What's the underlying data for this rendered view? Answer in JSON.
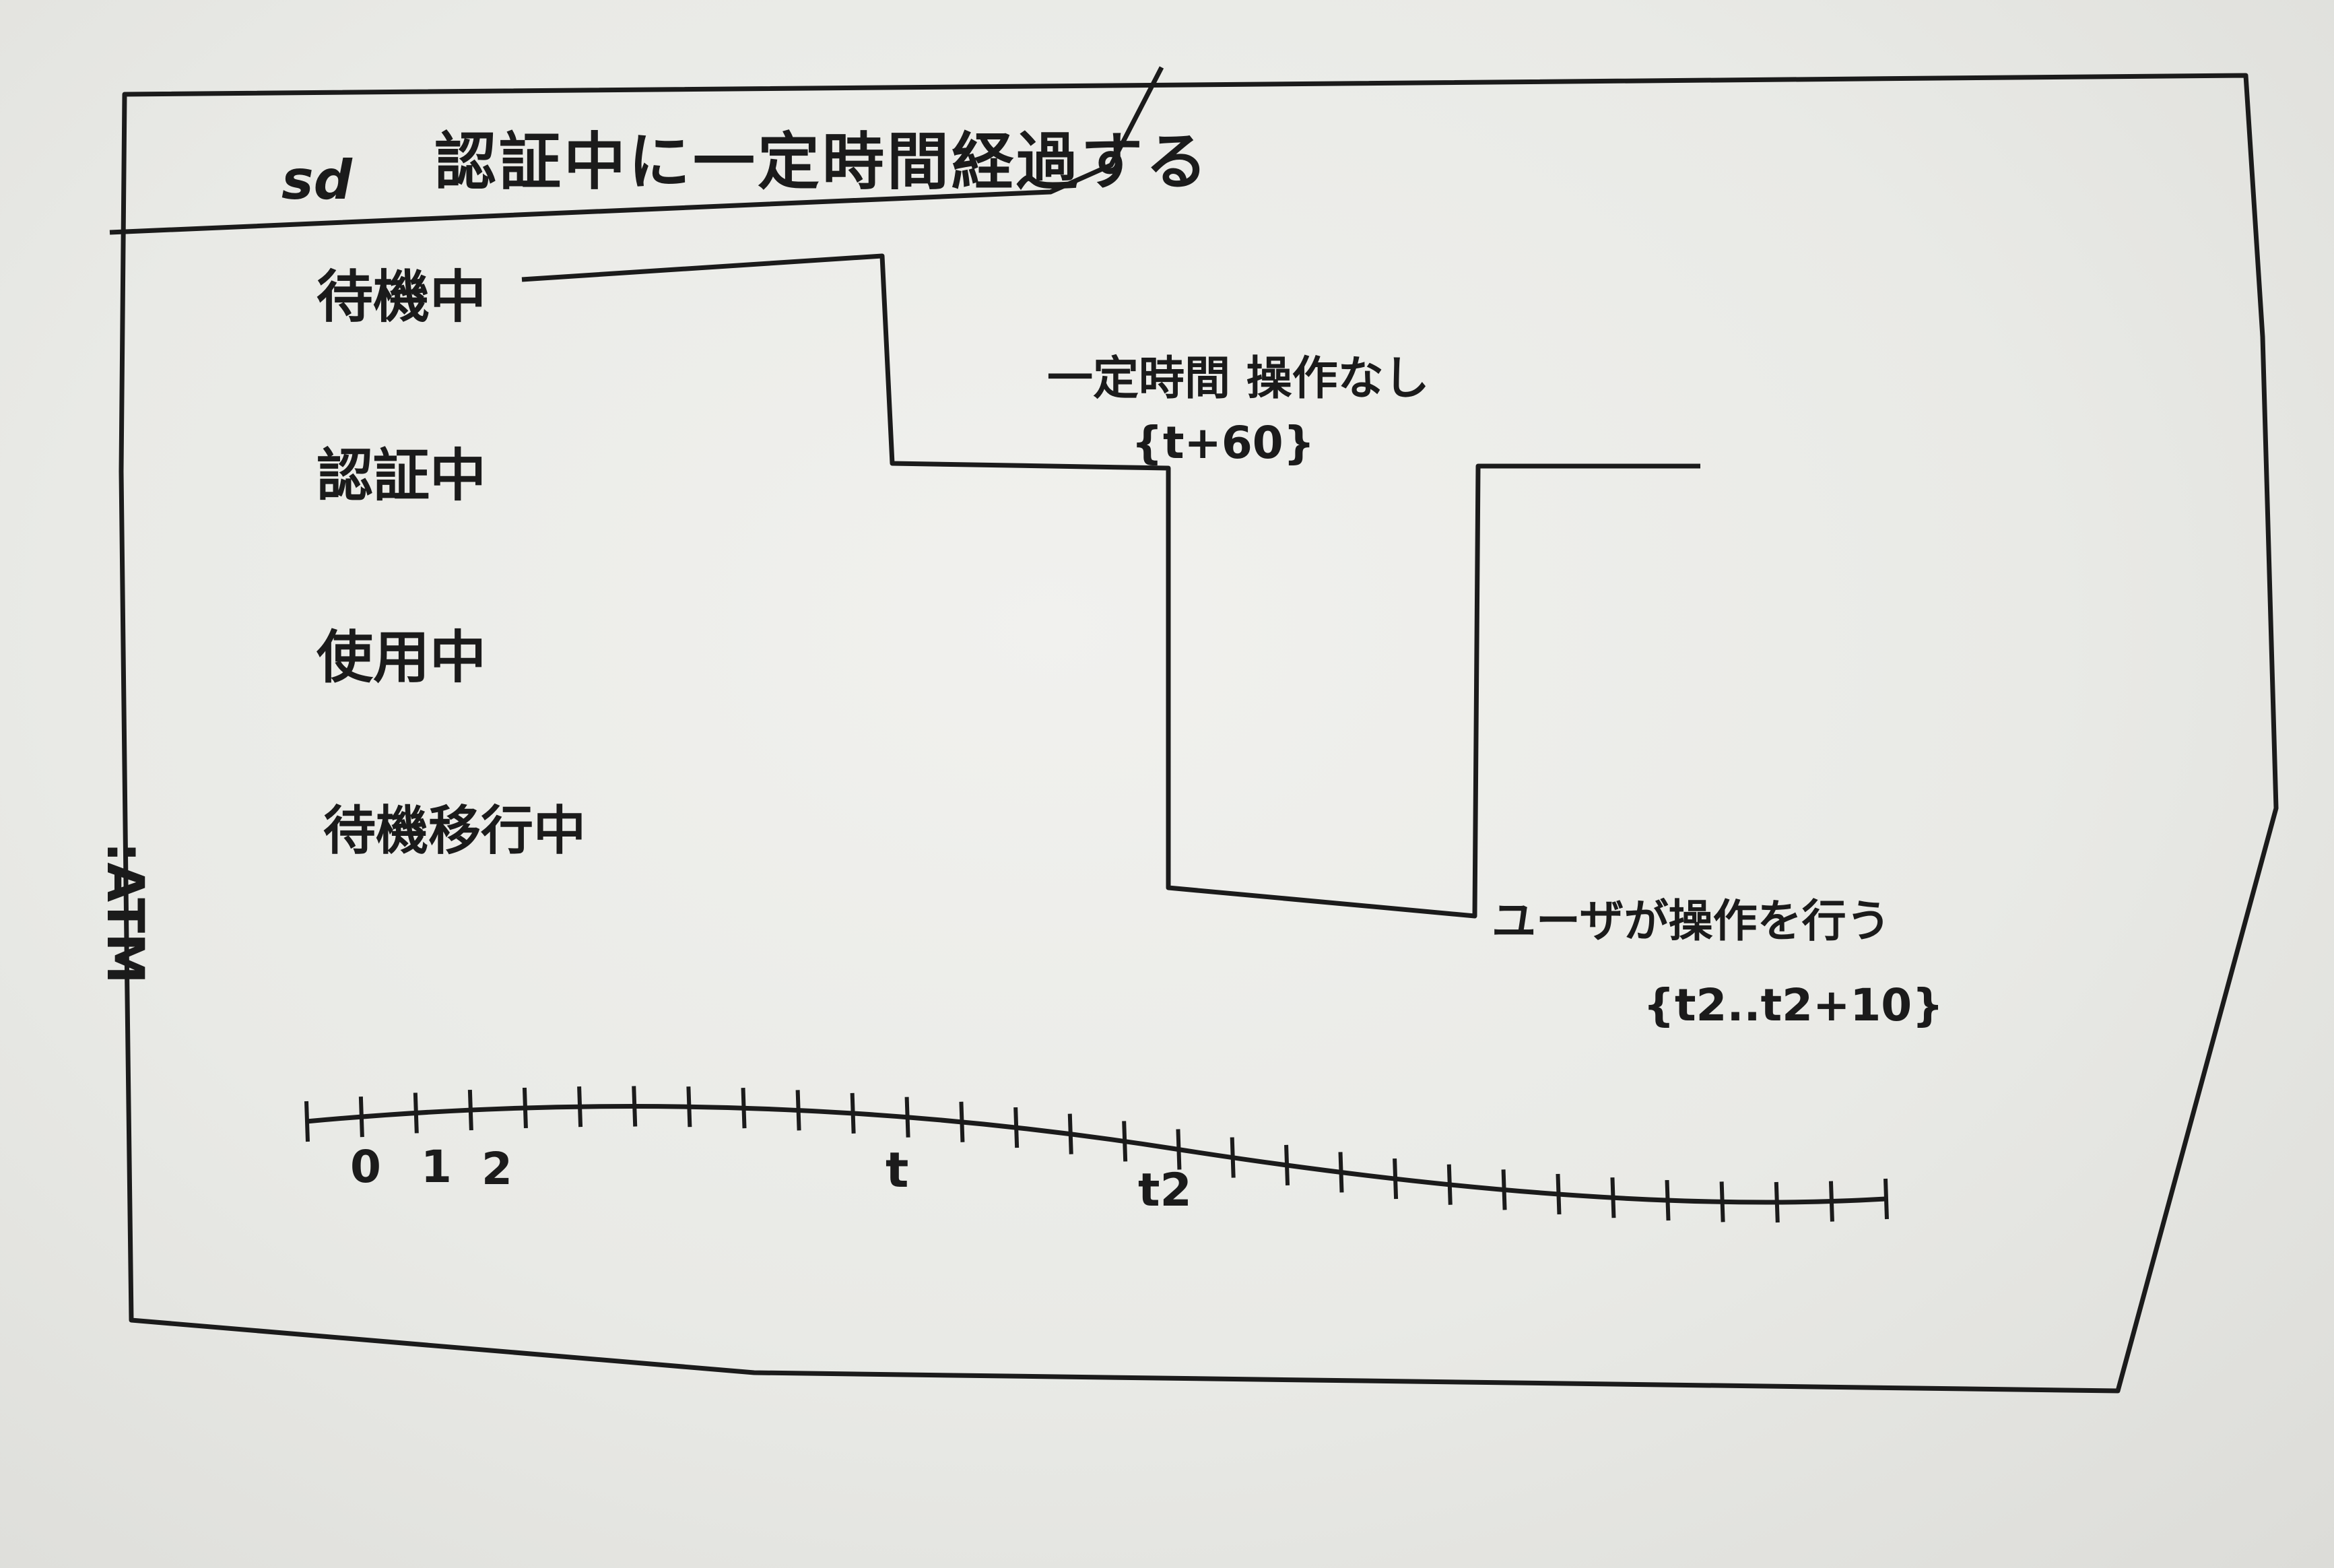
{
  "frame": {
    "kind": "sd",
    "title": "認証中に一定時間経過する"
  },
  "lifeline": ":ATM",
  "states": [
    "待機中",
    "認証中",
    "使用中",
    "待機移行中"
  ],
  "annotations": {
    "timeout_label": "一定時間 操作なし",
    "timeout_constraint": "{t+60}",
    "user_action_label": "ユーザが操作を行う",
    "user_action_constraint": "{t2..t2+10}"
  },
  "timeline": {
    "tick_labels": [
      "0",
      "1",
      "2",
      "t",
      "t2"
    ]
  },
  "colors": {
    "ink": "#1b1b1b",
    "board": "#ececE8"
  }
}
